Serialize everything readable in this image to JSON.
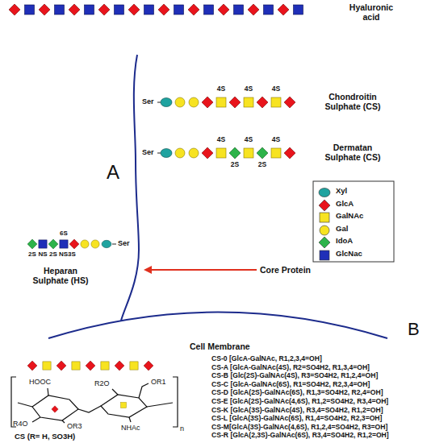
{
  "diagram": {
    "labels": [
      "Hyaluronic acid",
      "A",
      "Ser",
      "4S",
      "4S",
      "4S",
      "Chondroitin Sulphate (CS)",
      "Ser",
      "4S",
      "4S",
      "4S",
      "2S",
      "2S",
      "Dermatan Sulphate (CS)",
      "6S",
      "2S",
      "NS",
      "2S",
      "NS3S",
      "Ser",
      "Heparan Sulphate (HS)",
      "Core Protein",
      "Cell Membrane",
      "B",
      "HOOC",
      "R4O",
      "OR3",
      "R2O",
      "OR1",
      "NHAc",
      "n",
      "CS (R= H, SO3H)",
      "CS-0 [GlcA-GalNAc, R1,2,3,4=OH]",
      "CS-A [GlcA-GalNAc(4S), R2=SO4H2, R1,3,4=OH]",
      "CS-B [Glc(2S)-GalNAc(4S), R3=SO4H2, R1,2,4=OH]",
      "CS-C [GlcA-GalNAc(6S), R1=SO4H2, R2,3,4=OH]",
      "CS-D [GlcA(2S)-GalNAc(6S), R1,3=SO4H2, R2,4=OH]",
      "CS-E [GlcA(2S)-GalNAc(4,6S), R1,2=SO4H2, R3,4=OH]",
      "CS-K [GlcA(3S)-GalNAc(4S), R3,4=SO4H2, R1,2=OH]",
      "CS-L [GlcA(3S)-GalNAc(6S), R1,4=SO4H2, R2,3=OH]",
      "CS-M[GlcA(3S)-GalNAc(4,6S), R1,2,4=SO4H2, R3=OH]",
      "CS-R [GlcA(2,3S)-GalNAc(6S), R3,4=SO4H2, R1,2=OH]"
    ],
    "legend": [
      {
        "text": "Xyl",
        "color": "#1fa3a0"
      },
      {
        "text": "GlcA",
        "color": "#e8141c"
      },
      {
        "text": "GalNAc",
        "color": "#f7e321"
      },
      {
        "text": "Gal",
        "color": "#f7e321"
      },
      {
        "text": "IdoA",
        "color": "#2db34a"
      },
      {
        "text": "GlcNac",
        "color": "#1f2fb8"
      }
    ]
  }
}
